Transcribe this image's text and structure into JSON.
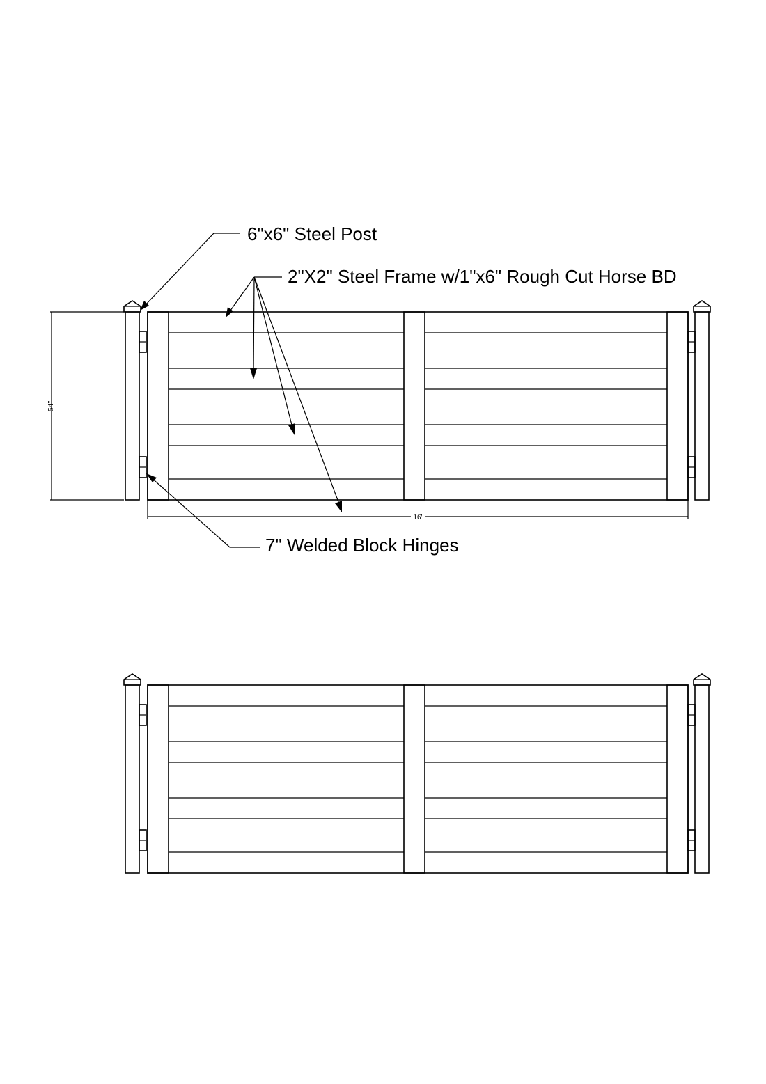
{
  "callouts": {
    "post": "6\"x6\" Steel Post",
    "frame": "2\"X2\" Steel Frame w/1\"x6\" Rough Cut Horse BD",
    "hinges": "7\" Welded Block Hinges"
  },
  "dimensions": {
    "height": "54\"",
    "width": "16'"
  }
}
